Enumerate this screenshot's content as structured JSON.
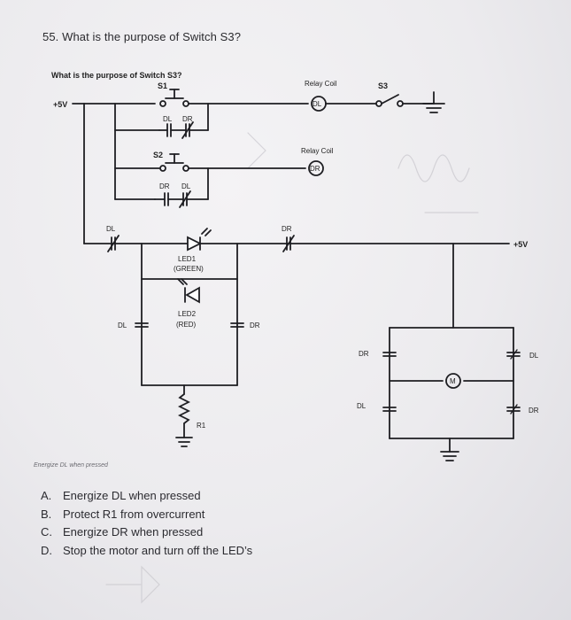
{
  "question": {
    "title": "55. What is the purpose of Switch S3?",
    "inner_title": "What is the purpose of Switch S3?",
    "faint_caption": "Energize DL when pressed"
  },
  "diagram": {
    "supply_left": "+5V",
    "supply_right": "+5V",
    "s1": "S1",
    "s2": "S2",
    "s3": "S3",
    "relay_coil_top": "Relay Coil",
    "relay_coil_dr": "Relay Coil",
    "coil_dl": "DL",
    "coil_dr": "DR",
    "contact_dl_1": "DL",
    "contact_dr_1": "DR",
    "contact_dr_2": "DR",
    "contact_dl_2": "DL",
    "contact_dl_left": "DL",
    "contact_dr_mid": "DR",
    "cap_dl": "DL",
    "cap_dr": "DR",
    "led1": "LED1",
    "led1_color": "(GREEN)",
    "led2": "LED2",
    "led2_color": "(RED)",
    "r1": "R1",
    "motor": "M",
    "motor_dr_top": "DR",
    "motor_dl_bottom": "DL",
    "motor_dl_right": "DL",
    "motor_dr_right": "DR"
  },
  "answers": [
    {
      "letter": "A.",
      "text": "Energize DL when pressed"
    },
    {
      "letter": "B.",
      "text": "Protect R1 from overcurrent"
    },
    {
      "letter": "C.",
      "text": "Energize DR when pressed"
    },
    {
      "letter": "D.",
      "text": "Stop the motor and turn off the LED’s"
    }
  ]
}
